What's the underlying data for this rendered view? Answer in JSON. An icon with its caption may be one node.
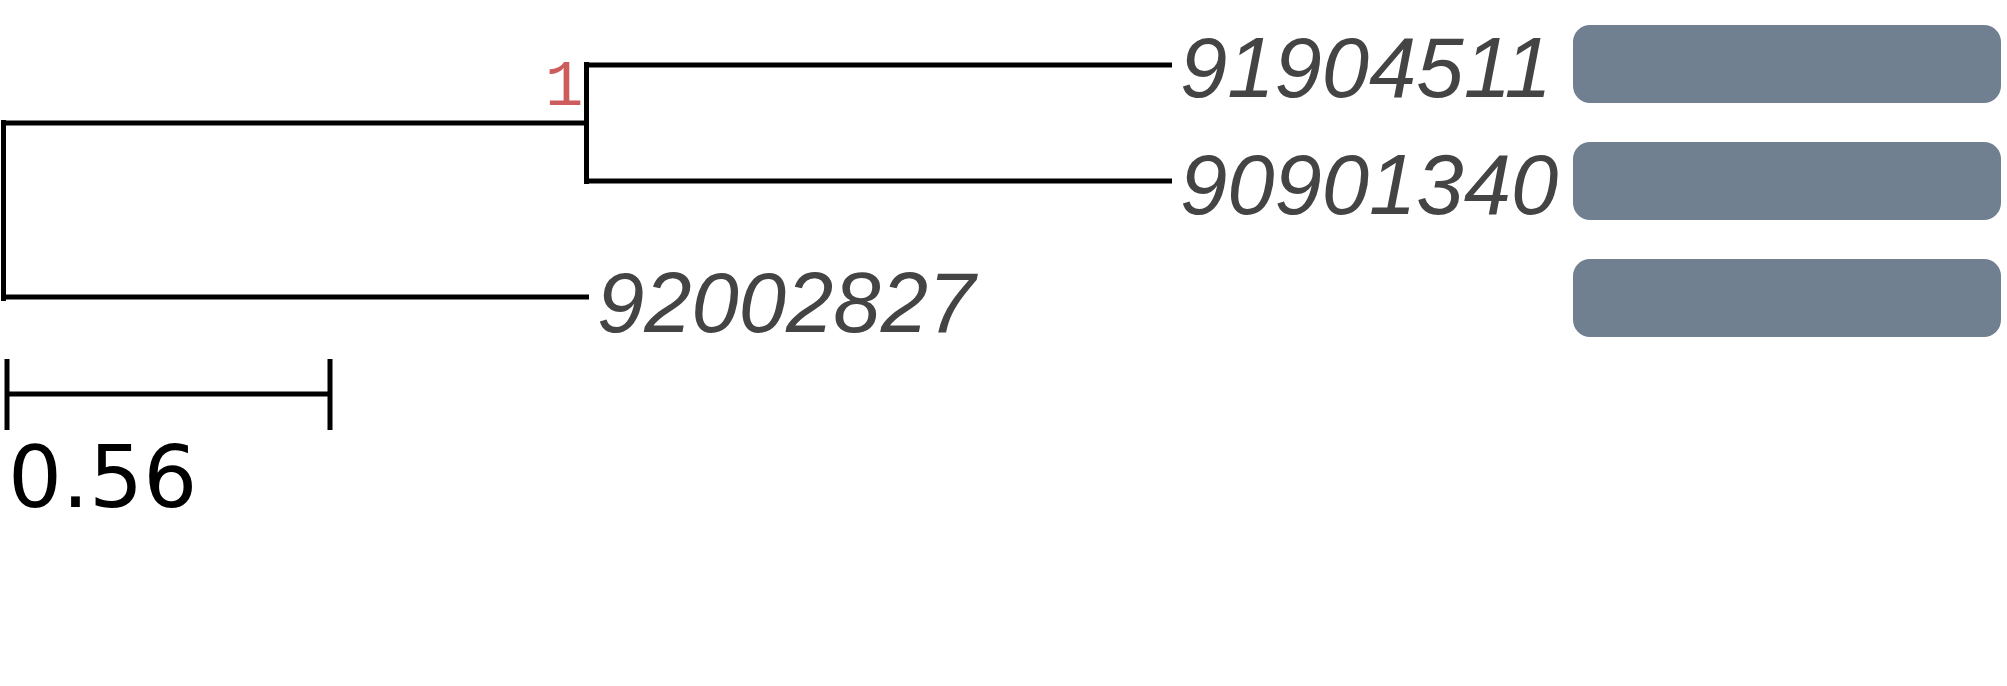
{
  "diagram": {
    "nodes": [
      {
        "text": [],
        "shape": "line"
      },
      {
        "text": [],
        "shape": "line",
        "beside": [
          "1"
        ]
      },
      {
        "text": [
          "91904511"
        ]
      },
      {
        "text": [],
        "shape": "bar"
      },
      {
        "text": [
          "90901340"
        ]
      },
      {
        "text": [],
        "shape": "bar"
      },
      {
        "text": [
          "92002827"
        ]
      },
      {
        "text": [],
        "shape": "bar"
      }
    ],
    "edges": [
      {
        "from": 0,
        "to": 1,
        "arrow": "none"
      },
      {
        "from": 0,
        "to": 6,
        "arrow": "none"
      },
      {
        "from": 1,
        "to": 2,
        "arrow": "none"
      },
      {
        "from": 1,
        "to": 4,
        "arrow": "none"
      }
    ],
    "labels": [
      "0.56"
    ]
  }
}
